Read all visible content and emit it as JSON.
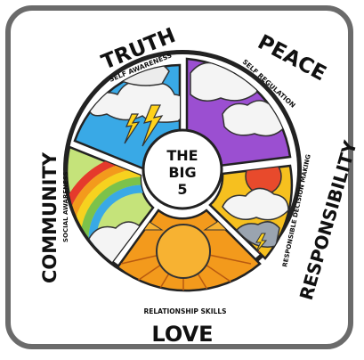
{
  "center": {
    "line1": "THE",
    "line2": "BIG",
    "line3": "5"
  },
  "segments": [
    {
      "key": "truth",
      "title": "TRUTH",
      "subtitle": "SELF AWARENESS",
      "color": "#39a9e6",
      "scene": "lightning-clouds"
    },
    {
      "key": "peace",
      "title": "PEACE",
      "subtitle": "SELF REGULATION",
      "color": "#9b4fd1",
      "scene": "clouds"
    },
    {
      "key": "responsibility",
      "title": "RESPONSIBILITY",
      "subtitle": "RESPONSIBLE DECISION MAKING",
      "color": "#e84a2c",
      "scene": "sunrise-storm"
    },
    {
      "key": "love",
      "title": "LOVE",
      "subtitle": "RELATIONSHIP SKILLS",
      "color": "#f39a1c",
      "scene": "sun"
    },
    {
      "key": "community",
      "title": "COMMUNITY",
      "subtitle": "SOCIAL AWARENESS",
      "color": "#a8d54a",
      "scene": "rainbow"
    }
  ]
}
